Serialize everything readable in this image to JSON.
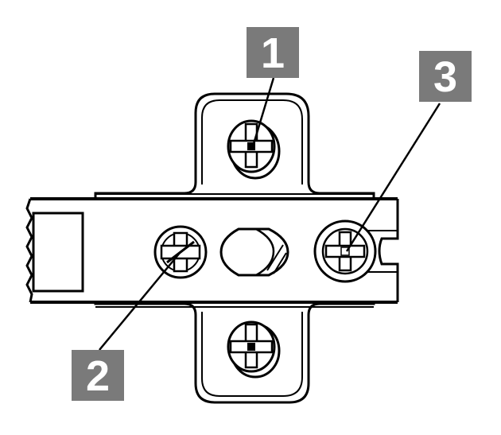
{
  "callouts": [
    {
      "id": "1",
      "label": "1",
      "target": "mounting-plate-top-screw"
    },
    {
      "id": "2",
      "label": "2",
      "target": "depth-adjustment-cam-screw"
    },
    {
      "id": "3",
      "label": "3",
      "target": "side-adjustment-screw"
    }
  ],
  "colors": {
    "line": "#000000",
    "background": "#ffffff",
    "callout_box": "#7a7a7a",
    "callout_text": "#ffffff"
  }
}
